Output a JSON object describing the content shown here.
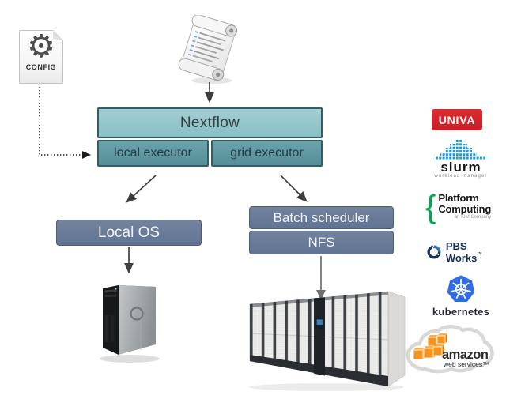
{
  "diagram": {
    "config": {
      "label": "CONFIG"
    },
    "nextflow": {
      "title": "Nextflow",
      "local_executor": "local executor",
      "grid_executor": "grid executor"
    },
    "local_os": "Local OS",
    "batch_scheduler": "Batch scheduler",
    "nfs": "NFS"
  },
  "logos": {
    "univa": {
      "label": "UNIVA",
      "bg_color": "#d2232a"
    },
    "slurm": {
      "label": "slurm",
      "tagline": "workload manager",
      "dot_color": "#1c9cd8"
    },
    "platform_computing": {
      "brace": "{",
      "line1": "Platform",
      "line2": "Computing",
      "tagline": "an IBM Company",
      "brace_color": "#00a94f"
    },
    "pbs_works": {
      "label": "PBS Works",
      "trademark": "™",
      "color": "#16325c"
    },
    "kubernetes": {
      "label": "kubernetes",
      "color": "#326ce5"
    },
    "aws": {
      "line1": "amazon",
      "line2": "web services™",
      "box_color": "#f6921e"
    }
  },
  "palette": {
    "nextflow_light_teal": "#93c6cb",
    "nextflow_dark_teal": "#5c96a0",
    "teal_border": "#2f6068",
    "slate_box_blue": "#66779a",
    "arrow_gray": "#3f3f3f",
    "background": "#ffffff"
  }
}
